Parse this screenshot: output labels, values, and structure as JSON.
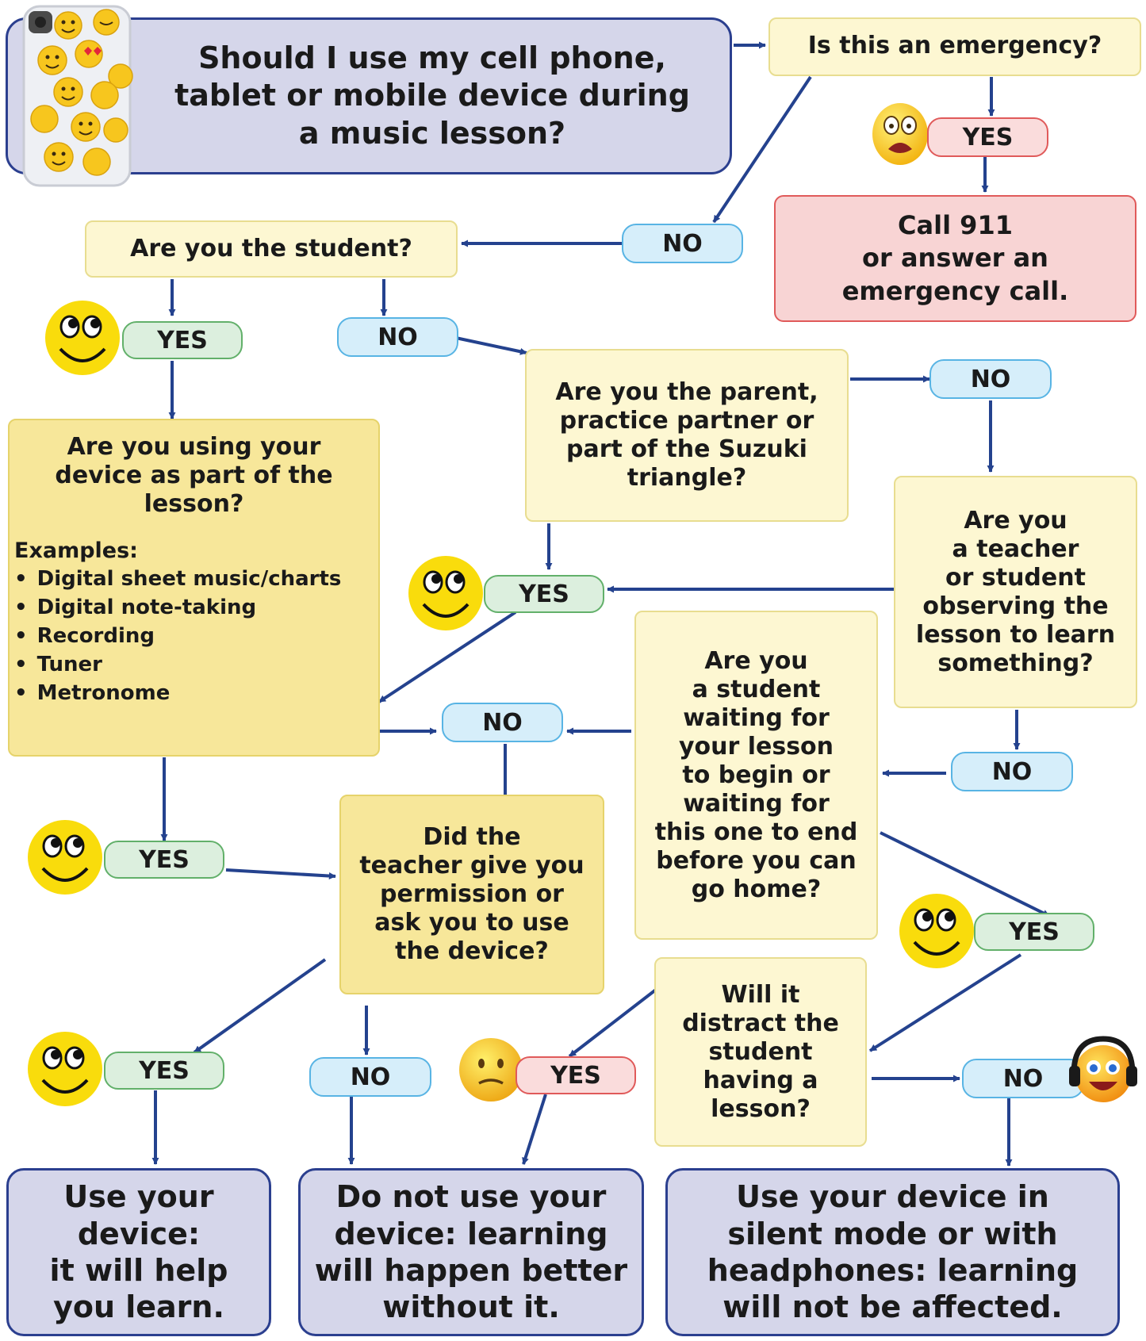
{
  "title": {
    "lines": [
      "Should I use my cell phone,",
      "tablet or mobile device during",
      "a music lesson?"
    ]
  },
  "nodes": {
    "q_emergency": "Is this an emergency?",
    "yes_emergency": "YES",
    "call_911": [
      "Call 911",
      "or answer an",
      "emergency call."
    ],
    "no_emergency": "NO",
    "q_student": "Are you the student?",
    "yes_student": "YES",
    "no_student": "NO",
    "q_parent": [
      "Are you the parent,",
      "practice partner or",
      "part of the Suzuki",
      "triangle?"
    ],
    "no_parent": "NO",
    "yes_parent": "YES",
    "q_lesson_use": [
      "Are you using your",
      "device as part of the",
      "lesson?"
    ],
    "examples_label": "Examples:",
    "examples": [
      "Digital sheet music/charts",
      "Digital note-taking",
      "Recording",
      "Tuner",
      "Metronome"
    ],
    "q_observer": [
      "Are you",
      "a teacher",
      "or student",
      "observing the",
      "lesson to learn",
      "something?"
    ],
    "no_observer": "NO",
    "q_waiting": [
      "Are you",
      "a student",
      "waiting for",
      "your lesson",
      "to begin or",
      "waiting for",
      "this one to end",
      "before you can",
      "go home?"
    ],
    "no_mid": "NO",
    "yes_lesson_use": "YES",
    "q_permission": [
      "Did the",
      "teacher give you",
      "permission or",
      "ask you to use",
      "the device?"
    ],
    "yes_waiting": "YES",
    "q_distract": [
      "Will it",
      "distract the",
      "student",
      "having a",
      "lesson?"
    ],
    "yes_permission": "YES",
    "no_permission": "NO",
    "yes_distract": "YES",
    "no_distract": "NO"
  },
  "outcomes": {
    "use": [
      "Use your",
      "device:",
      "it will help",
      "you learn."
    ],
    "dont_use": [
      "Do not use your",
      "device: learning",
      "will happen better",
      "without it."
    ],
    "silent": [
      "Use your device in",
      "silent mode or with",
      "headphones: learning",
      "will not be affected."
    ]
  },
  "colors": {
    "arrow": "#24428e",
    "final_fill": "#d5d6ea",
    "final_border": "#2b3f8f",
    "question_light": "#fdf7d2",
    "question_dark": "#f7e79a",
    "no_pill": "#d6eefa",
    "yes_pill": "#dcefde",
    "red_pill": "#fadcdc",
    "smiley": "#f9dc0c"
  },
  "icons": [
    "phone-case-emoji-icon",
    "shocked-face-icon",
    "smiley-face-icon",
    "frown-face-icon",
    "headphones-face-icon"
  ]
}
